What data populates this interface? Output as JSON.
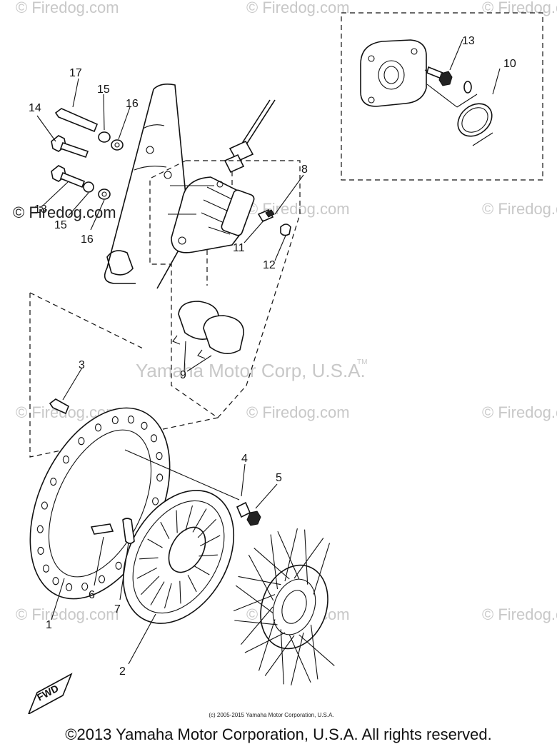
{
  "watermark": {
    "text": "© Firedog.com",
    "center_text": "Yamaha Motor Corp, U.S.A.",
    "tm": "TM"
  },
  "callouts": [
    "1",
    "2",
    "3",
    "4",
    "5",
    "6",
    "7",
    "8",
    "9",
    "10",
    "11",
    "12",
    "13",
    "14",
    "15",
    "15",
    "16",
    "16",
    "17",
    "18"
  ],
  "fwd_label": "FWD",
  "footer": {
    "small": "(c) 2005-2015 Yamaha Motor Corporation, U.S.A.",
    "main": "©2013 Yamaha Motor Corporation, U.S.A. All rights reserved."
  },
  "colors": {
    "line": "#111111",
    "watermark": "#c8c8c8",
    "background": "#ffffff"
  }
}
